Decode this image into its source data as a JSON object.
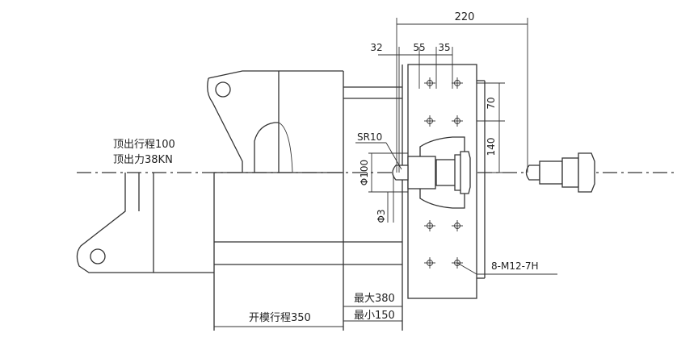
{
  "dimensions": {
    "overall": "220",
    "d32": "32",
    "d55": "55",
    "d35": "35",
    "d70": "70",
    "d140": "140",
    "sr10": "SR10",
    "phi100": "Φ100",
    "phi3": "Φ3",
    "thread": "8-M12-7H"
  },
  "labels": {
    "ejector_stroke": "顶出行程100",
    "ejector_force": "顶出力38KN",
    "max_mold": "最大380",
    "min_mold": "最小150",
    "opening_stroke": "开模行程350"
  }
}
